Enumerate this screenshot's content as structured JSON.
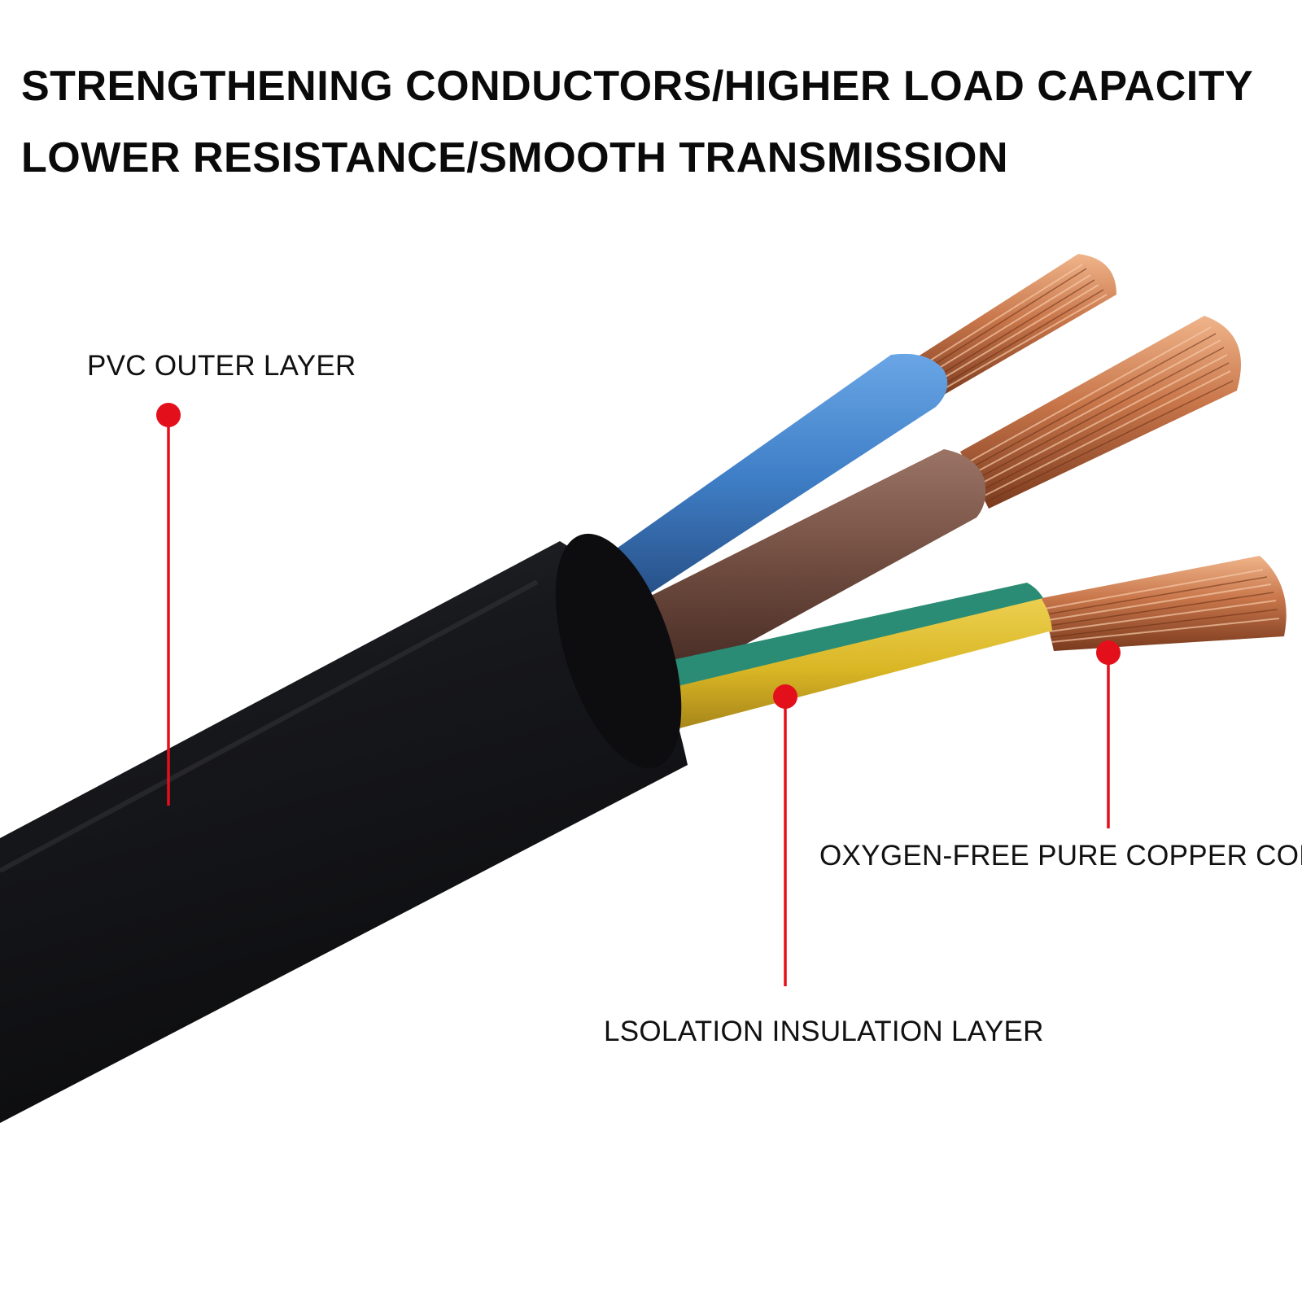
{
  "headline": {
    "line1": "STRENGTHENING CONDUCTORS/HIGHER LOAD CAPACITY",
    "line2": "LOWER RESISTANCE/SMOOTH TRANSMISSION"
  },
  "callouts": {
    "pvc_outer_layer": "PVC OUTER LAYER",
    "copper_core": "OXYGEN-FREE PURE COPPER CORE",
    "insulation_layer": "LSOLATION INSULATION LAYER"
  },
  "colors": {
    "marker": "#e3101c",
    "jacket": "#15161a",
    "wire_blue": "#3f7fc7",
    "wire_brown": "#6e4a3e",
    "wire_yellow": "#d9b624",
    "wire_green": "#2a8c74",
    "copper": "#c8764a"
  },
  "icons": {
    "cable": "multi-core-power-cable",
    "marker": "red-dot-leader"
  }
}
